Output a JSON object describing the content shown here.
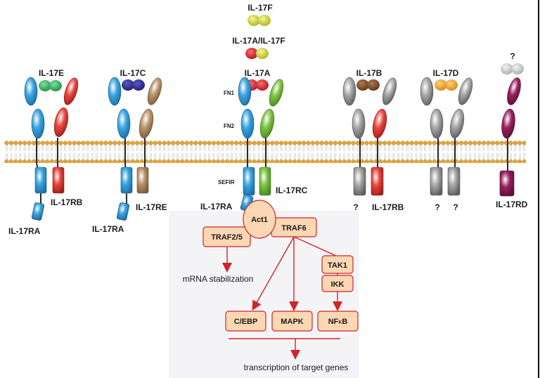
{
  "colors": {
    "blue": "#3aa5de",
    "red": "#e8463f",
    "green": "#7fc241",
    "tan": "#b9946c",
    "gray": "#a5a5a5",
    "purple": "#9b2060",
    "ligand_green": "#2aa655",
    "ligand_navy": "#2b2a8c",
    "ligand_yellow": "#d9e022",
    "ligand_red": "#e4222b",
    "ligand_brown": "#7a4b2a",
    "ligand_orange": "#f5a623",
    "ligand_lightgray": "#d4d4d4",
    "membrane_head": "#e0a53a",
    "box_fill": "#fcd7b4",
    "arrow": "#d2232a"
  },
  "ligands": {
    "il17f": "IL-17F",
    "il17af": "IL-17A/IL-17F",
    "il17a": "IL-17A",
    "il17e": "IL-17E",
    "il17c": "IL-17C",
    "il17b": "IL-17B",
    "il17d": "IL-17D",
    "unknown": "?"
  },
  "domains": {
    "fn1": "FN1",
    "fn2": "FN2",
    "sefir": "SEFIR"
  },
  "receptors": {
    "rb_1": "IL-17RB",
    "ra_1": "IL-17RA",
    "re": "IL-17RE",
    "ra_2": "IL-17RA",
    "rc": "IL-17RC",
    "ra_3": "IL-17RA",
    "q_b": "?",
    "rb_2": "IL-17RB",
    "q_d1": "?",
    "q_d2": "?",
    "rd": "IL-17RD"
  },
  "signaling": {
    "act1": "Act1",
    "traf25": "TRAF2/5",
    "traf6": "TRAF6",
    "tak1": "TAK1",
    "ikk": "IKK",
    "cebp": "C/EBP",
    "mapk": "MAPK",
    "nfkb_n": "NF",
    "nfkb_k": "κ",
    "nfkb_b": "B",
    "mrna": "mRNA stabilization",
    "transcription": "transcription of target genes"
  }
}
